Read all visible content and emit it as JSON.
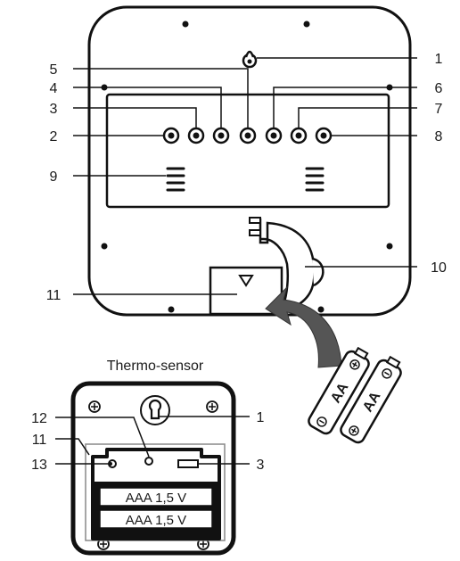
{
  "sensor_caption": "Thermo-sensor",
  "battery_labels": {
    "aa_1": "AA",
    "aa_2": "AA",
    "aaa_1": "AAA 1,5 V",
    "aaa_2": "AAA 1,5 V"
  },
  "callouts": {
    "main": {
      "c1": "1",
      "c2": "2",
      "c3": "3",
      "c4": "4",
      "c5": "5",
      "c6": "6",
      "c7": "7",
      "c8": "8",
      "c9": "9",
      "c10": "10",
      "c11": "11"
    },
    "sensor": {
      "c1": "1",
      "c3": "3",
      "c11": "11",
      "c12": "12",
      "c13": "13"
    }
  }
}
